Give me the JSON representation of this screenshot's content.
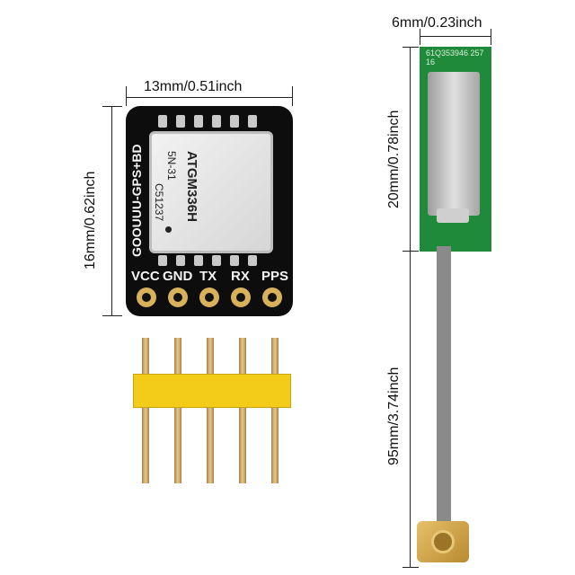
{
  "dimensions": {
    "module_width": "13mm/0.51inch",
    "module_height": "16mm/0.62inch",
    "antenna_width": "6mm/0.23inch",
    "antenna_height": "20mm/0.78inch",
    "cable_length": "95mm/3.74inch"
  },
  "module": {
    "brand_silkscreen": "GOOUUU-GPS+BD",
    "chip_model": "ATGM336H",
    "chip_line2": "5N-31",
    "chip_line3": "C51237",
    "pins": [
      "VCC",
      "GND",
      "TX",
      "RX",
      "PPS"
    ]
  },
  "antenna": {
    "pcb_text": "61Q353946 257 16"
  },
  "colors": {
    "board": "#0d0d0d",
    "header_plastic": "#f3cc1a",
    "antenna_pcb": "#1f8a3a",
    "pin_gold": "#d8b15b"
  }
}
